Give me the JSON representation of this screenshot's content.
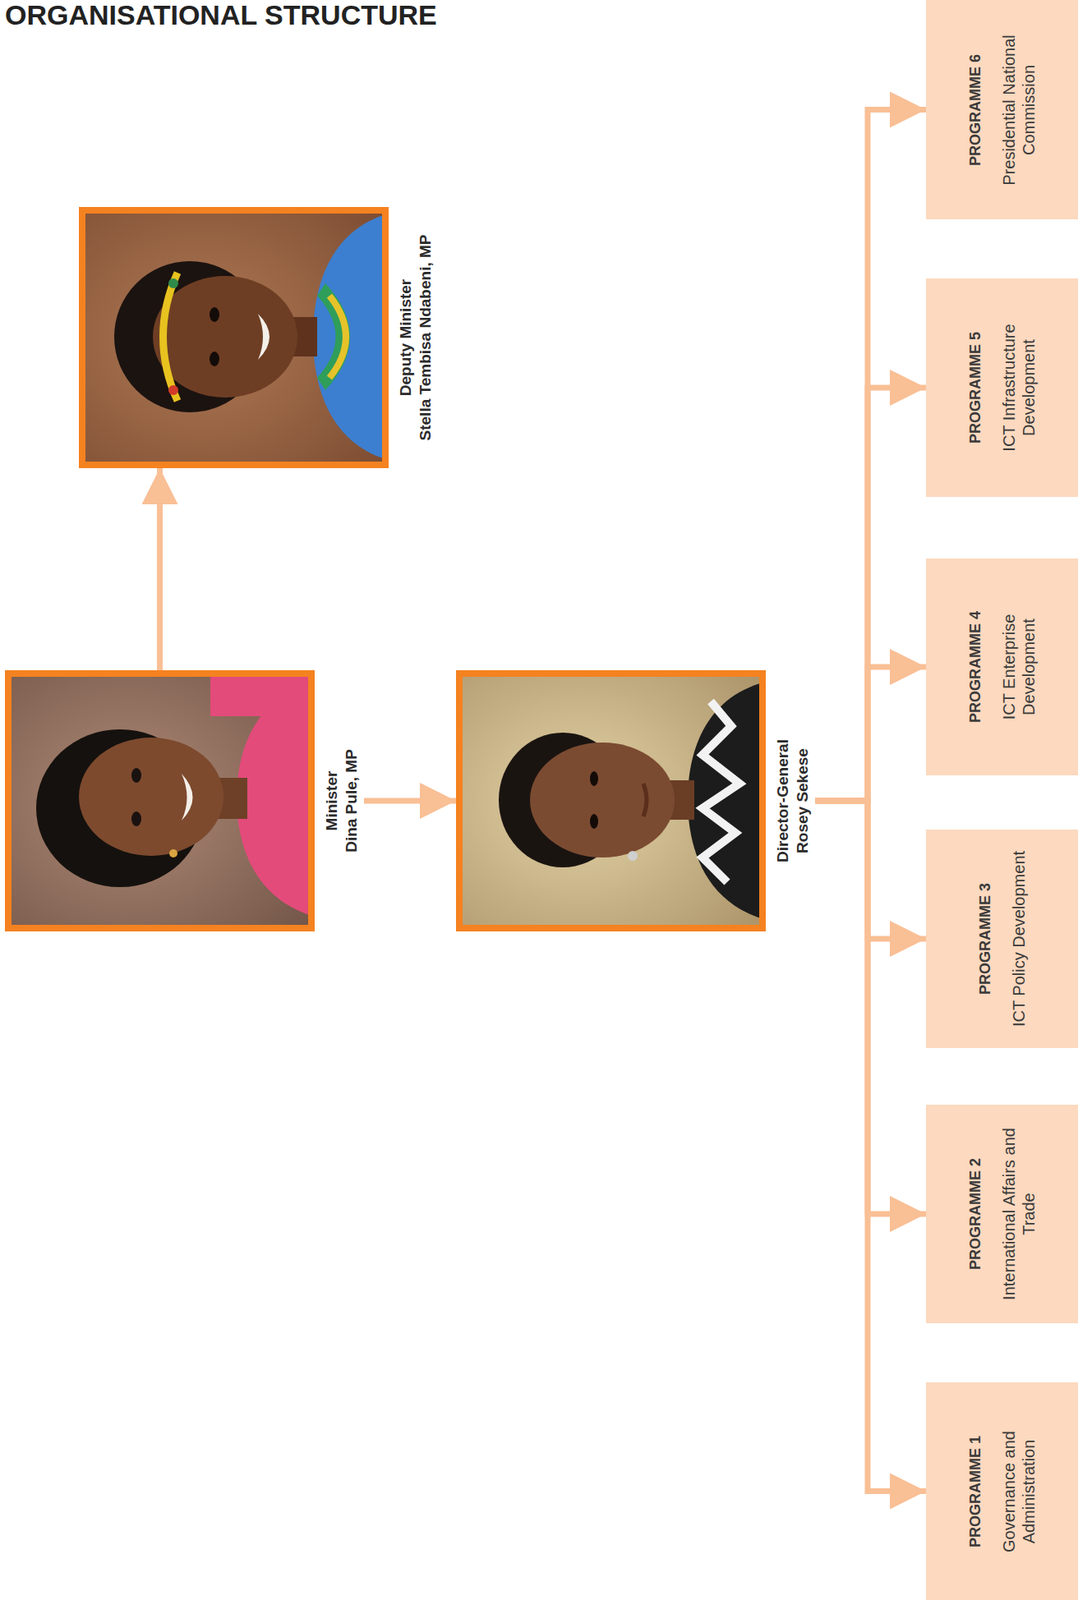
{
  "diagram": {
    "title": "ORGANISATIONAL STRUCTURE",
    "nodes": [
      {
        "text": [
          "Minister",
          "Dina Pule, MP"
        ]
      },
      {
        "text": [
          "Deputy Minister",
          "Stella Tembisa Ndabeni, MP"
        ]
      },
      {
        "text": [
          "Director-General",
          "Rosey Sekese"
        ]
      },
      {
        "text": [
          "PROGRAMME 1",
          "Governance and Administration"
        ]
      },
      {
        "text": [
          "PROGRAMME 2",
          "International Affairs and Trade"
        ]
      },
      {
        "text": [
          "PROGRAMME 3",
          "ICT Policy Development"
        ]
      },
      {
        "text": [
          "PROGRAMME 4",
          "ICT Enterprise Development"
        ]
      },
      {
        "text": [
          "PROGRAMME 5",
          "ICT Infrastructure Development"
        ]
      },
      {
        "text": [
          "PROGRAMME 6",
          "Presidential National Commission"
        ]
      }
    ],
    "edges": [
      {
        "from": 0,
        "to": 1,
        "arrow": "to"
      },
      {
        "from": 0,
        "to": 2,
        "arrow": "to"
      },
      {
        "from": 2,
        "to": 3,
        "arrow": "to"
      },
      {
        "from": 2,
        "to": 4,
        "arrow": "to"
      },
      {
        "from": 2,
        "to": 5,
        "arrow": "to"
      },
      {
        "from": 2,
        "to": 6,
        "arrow": "to"
      },
      {
        "from": 2,
        "to": 7,
        "arrow": "to"
      },
      {
        "from": 2,
        "to": 8,
        "arrow": "to"
      }
    ]
  }
}
